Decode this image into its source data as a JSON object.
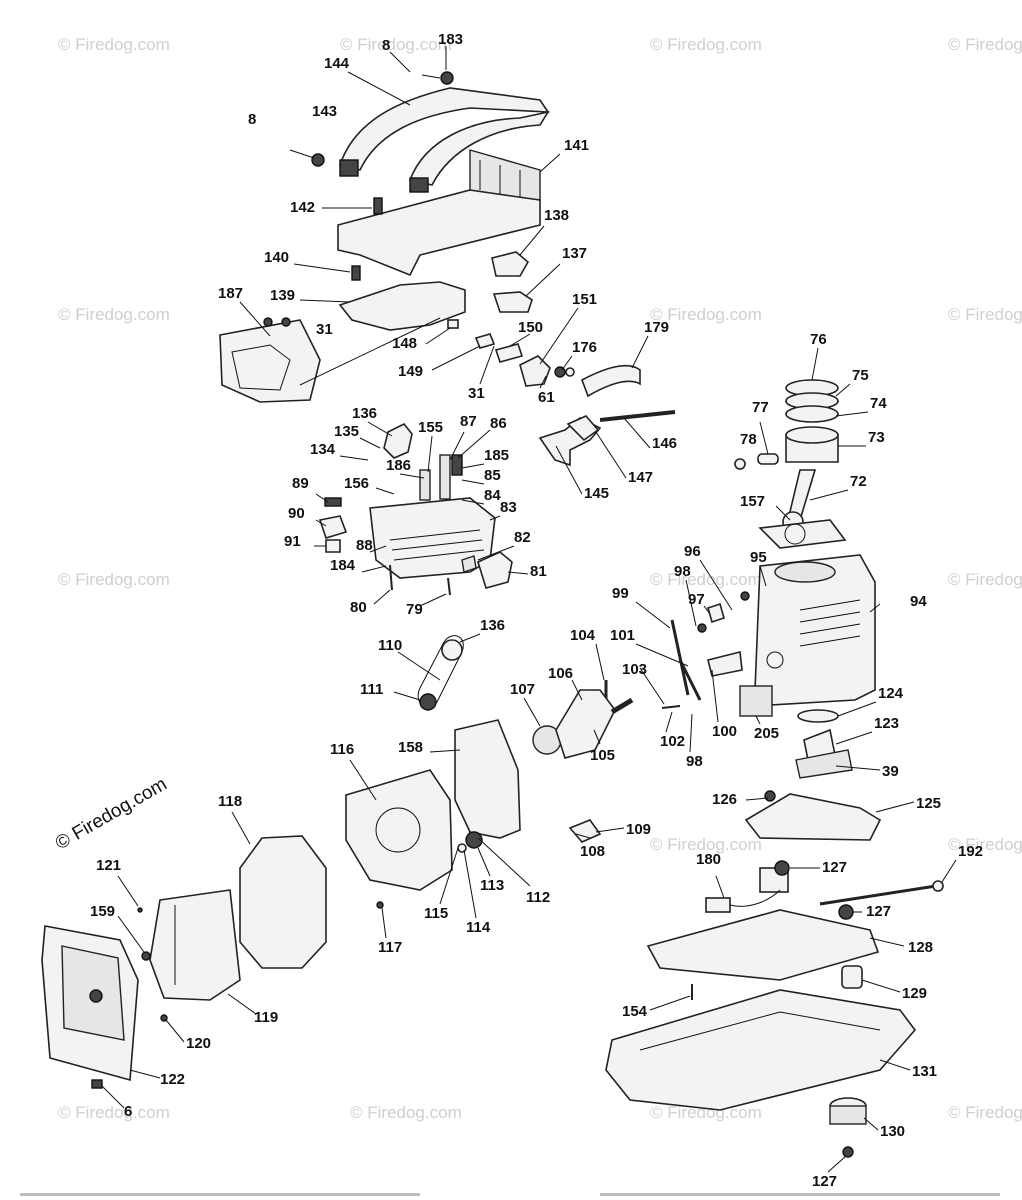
{
  "watermark": {
    "text": "© Firedog.com",
    "big_text": "© Firedog.com"
  },
  "callouts": [
    "8",
    "183",
    "144",
    "8",
    "143",
    "141",
    "142",
    "138",
    "140",
    "137",
    "187",
    "139",
    "31",
    "151",
    "150",
    "179",
    "148",
    "149",
    "31",
    "176",
    "61",
    "76",
    "75",
    "74",
    "136",
    "155",
    "87",
    "86",
    "135",
    "134",
    "186",
    "185",
    "85",
    "156",
    "84",
    "89",
    "83",
    "90",
    "91",
    "88",
    "82",
    "184",
    "81",
    "80",
    "79",
    "146",
    "147",
    "145",
    "77",
    "78",
    "73",
    "72",
    "157",
    "96",
    "95",
    "98",
    "97",
    "94",
    "99",
    "101",
    "104",
    "103",
    "106",
    "110",
    "136",
    "111",
    "107",
    "105",
    "102",
    "100",
    "98",
    "205",
    "124",
    "123",
    "39",
    "116",
    "158",
    "126",
    "125",
    "118",
    "109",
    "108",
    "113",
    "112",
    "115",
    "114",
    "117",
    "180",
    "127",
    "192",
    "121",
    "159",
    "127",
    "128",
    "129",
    "120",
    "154",
    "119",
    "122",
    "131",
    "130",
    "6",
    "127"
  ]
}
